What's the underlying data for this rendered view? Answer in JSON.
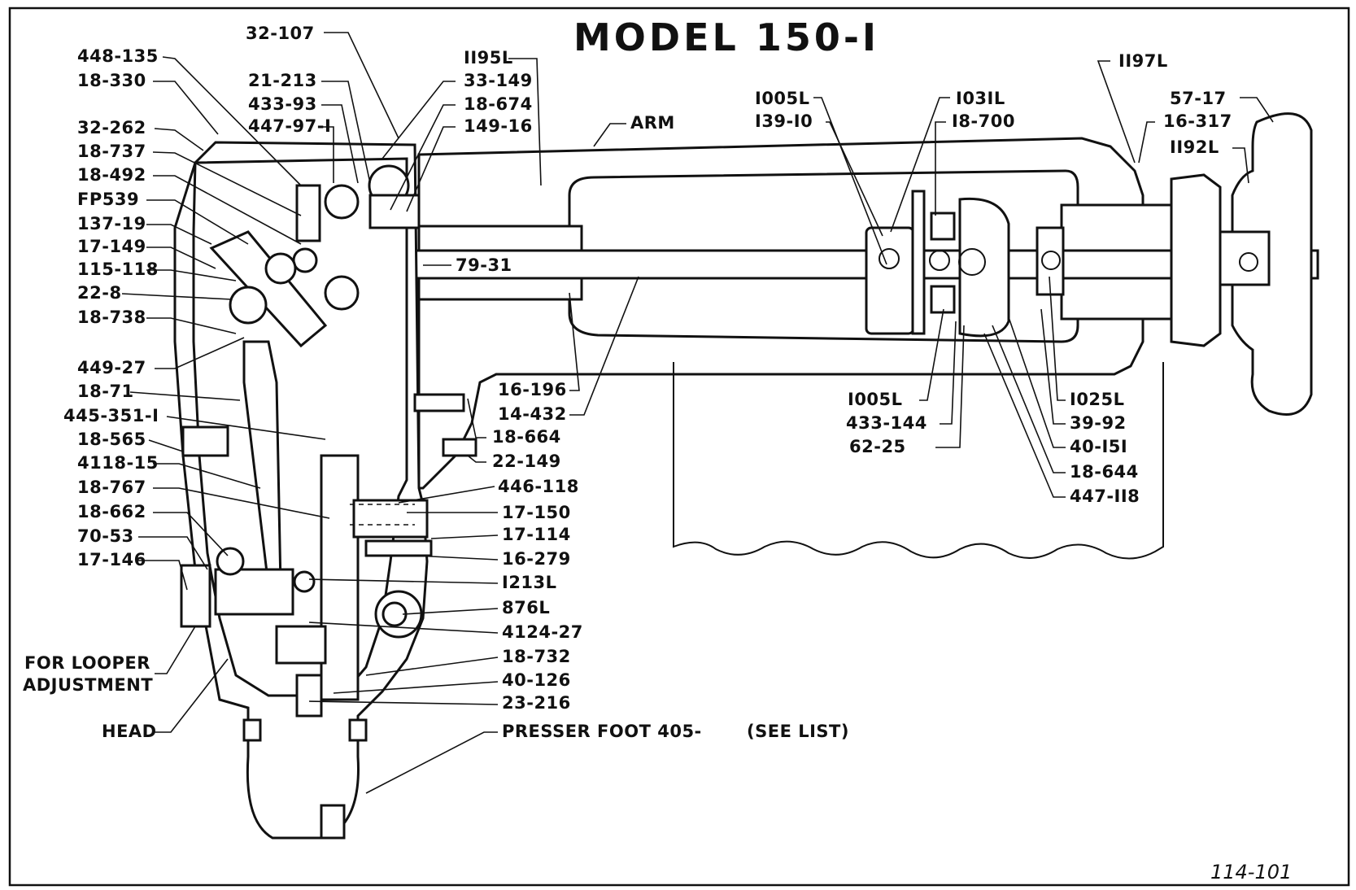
{
  "drawing": {
    "title": "MODEL 150-I",
    "drawing_number": "114-101",
    "labels_left": [
      "448-135",
      "18-330",
      "32-262",
      "18-737",
      "18-492",
      "FP539",
      "137-19",
      "17-149",
      "115-118",
      "22-8",
      "18-738",
      "449-27",
      "18-71",
      "445-351-I",
      "18-565",
      "4118-15",
      "18-767",
      "18-662",
      "70-53",
      "17-146"
    ],
    "label_looper_line1": "FOR LOOPER",
    "label_looper_line2": "ADJUSTMENT",
    "label_head": "HEAD",
    "labels_top": [
      "32-107",
      "21-213",
      "433-93",
      "447-97-I",
      "II95L",
      "33-149",
      "18-674",
      "149-16",
      "ARM",
      "79-31"
    ],
    "labels_center": [
      "16-196",
      "14-432",
      "18-664",
      "22-149",
      "446-118",
      "17-150",
      "17-114",
      "16-279",
      "I213L",
      "876L",
      "4124-27",
      "18-732",
      "40-126",
      "23-216"
    ],
    "label_presser_foot": "PRESSER FOOT 405-",
    "label_see_list": "(SEE LIST)",
    "labels_right_top": [
      "I005L",
      "I39-I0",
      "I03IL",
      "I8-700",
      "II97L",
      "57-17",
      "16-317",
      "II92L"
    ],
    "labels_right_bottom": [
      "I005L",
      "433-144",
      "62-25",
      "I025L",
      "39-92",
      "40-I5I",
      "18-644",
      "447-II8"
    ]
  }
}
